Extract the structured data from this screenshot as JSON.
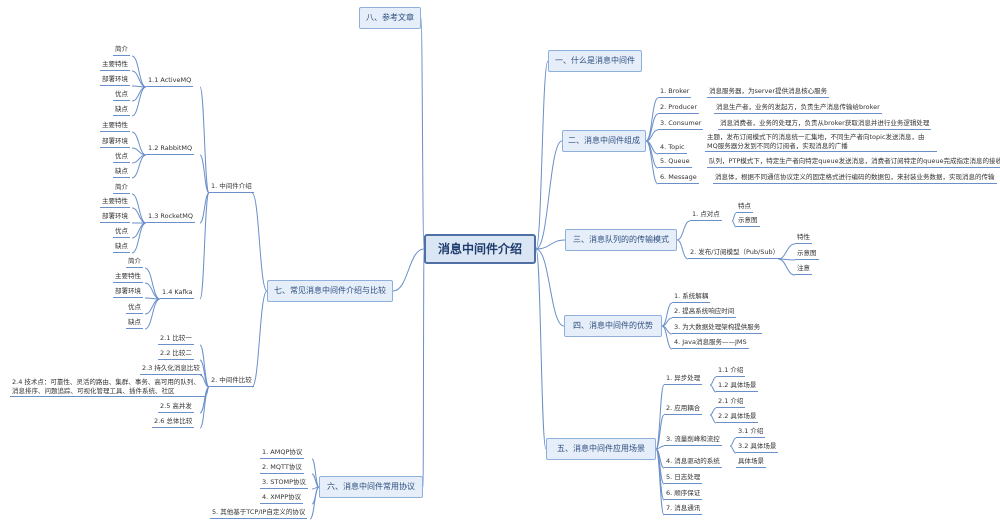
{
  "root": "消息中间件介绍",
  "branches": {
    "b1": "一、什么是消息中间件",
    "b2": "二、消息中间件组成",
    "b3": "三、消息队列的的传输模式",
    "b4": "四、消息中间件的优势",
    "b5": "五、消息中间件应用场景",
    "b6": "六、消息中间件常用协议",
    "b7": "七、常见消息中间件介绍与比较",
    "b8": "八、参考文章"
  },
  "b2_items": [
    {
      "label": "1. Broker",
      "desc": "消息服务器，为server提供消息核心服务"
    },
    {
      "label": "2. Producer",
      "desc": "消息生产者，业务的发起方，负责生产消息传输给broker"
    },
    {
      "label": "3. Consumer",
      "desc": "消息消费者，业务的处理方，负责从broker获取消息并进行业务逻辑处理"
    },
    {
      "label": "4. Topic",
      "desc": "主题，发布订阅模式下的消息统一汇集地，不同生产者向topic发送消息，由MQ服务器分发到不同的订阅者，实现消息的广播"
    },
    {
      "label": "5. Queue",
      "desc": "队列，PTP模式下，特定生产者向特定queue发送消息，消费者订阅特定的queue完成指定消息的接收"
    },
    {
      "label": "6. Message",
      "desc": "消息体，根据不同通信协议定义的固定格式进行编码的数据包，来封装业务数据，实现消息的传输"
    }
  ],
  "b3_items": {
    "p2p": "1. 点对点",
    "p2p_children": [
      "特点",
      "示意图"
    ],
    "pubsub": "2. 发布/订阅模型（Pub/Sub）",
    "pubsub_children": [
      "特性",
      "示意图",
      "注意"
    ]
  },
  "b4_items": [
    "1. 系统解耦",
    "2. 提高系统响应时间",
    "3. 为大数据处理架构提供服务",
    "4. Java消息服务——JMS"
  ],
  "b5_items": {
    "async": "1. 异步处理",
    "async_children": [
      "1.1 介绍",
      "1.2 具体场景"
    ],
    "decouple": "2. 应用耦合",
    "decouple_children": [
      "2.1 介绍",
      "2.2 具体场景"
    ],
    "peak": "3. 流量削峰和流控",
    "peak_children": [
      "3.1 介绍",
      "3.2 具体场景"
    ],
    "msgdriven": "4. 消息驱动的系统",
    "msgdriven_child": "具体场景",
    "log": "5. 日志处理",
    "order": "6. 顺序保证",
    "comm": "7. 消息通讯"
  },
  "b6_items": [
    "1. AMQP协议",
    "2. MQTT协议",
    "3. STOMP协议",
    "4. XMPP协议",
    "5. 其他基于TCP/IP自定义的协议"
  ],
  "b7_items": {
    "intro": "1. 中间件介绍",
    "activemq": "1.1 ActiveMQ",
    "activemq_children": [
      "简介",
      "主要特性",
      "部署环境",
      "优点",
      "缺点"
    ],
    "rabbitmq": "1.2 RabbitMQ",
    "rabbitmq_children": [
      "主要特性",
      "部署环境",
      "优点",
      "缺点"
    ],
    "rocketmq": "1.3 RocketMQ",
    "rocketmq_children": [
      "简介",
      "主要特性",
      "部署环境",
      "优点",
      "缺点"
    ],
    "kafka": "1.4 Kafka",
    "kafka_children": [
      "简介",
      "主要特性",
      "部署环境",
      "优点",
      "缺点"
    ],
    "compare": "2. 中间件比较",
    "compare_children": [
      "2.1 比较一",
      "2.2 比较二",
      "2.3 持久化消息比较",
      "2.4 技术点：可靠性、灵活的路由、集群、事务、高可用的队列、消息排序、问题追踪、可视化管理工具、插件系统、社区",
      "2.5 高并发",
      "2.6 总体比较"
    ]
  },
  "colors": {
    "line": "#6a8fc9",
    "branch_bg": "#e6eef9",
    "root_border": "#4f6fa5"
  }
}
